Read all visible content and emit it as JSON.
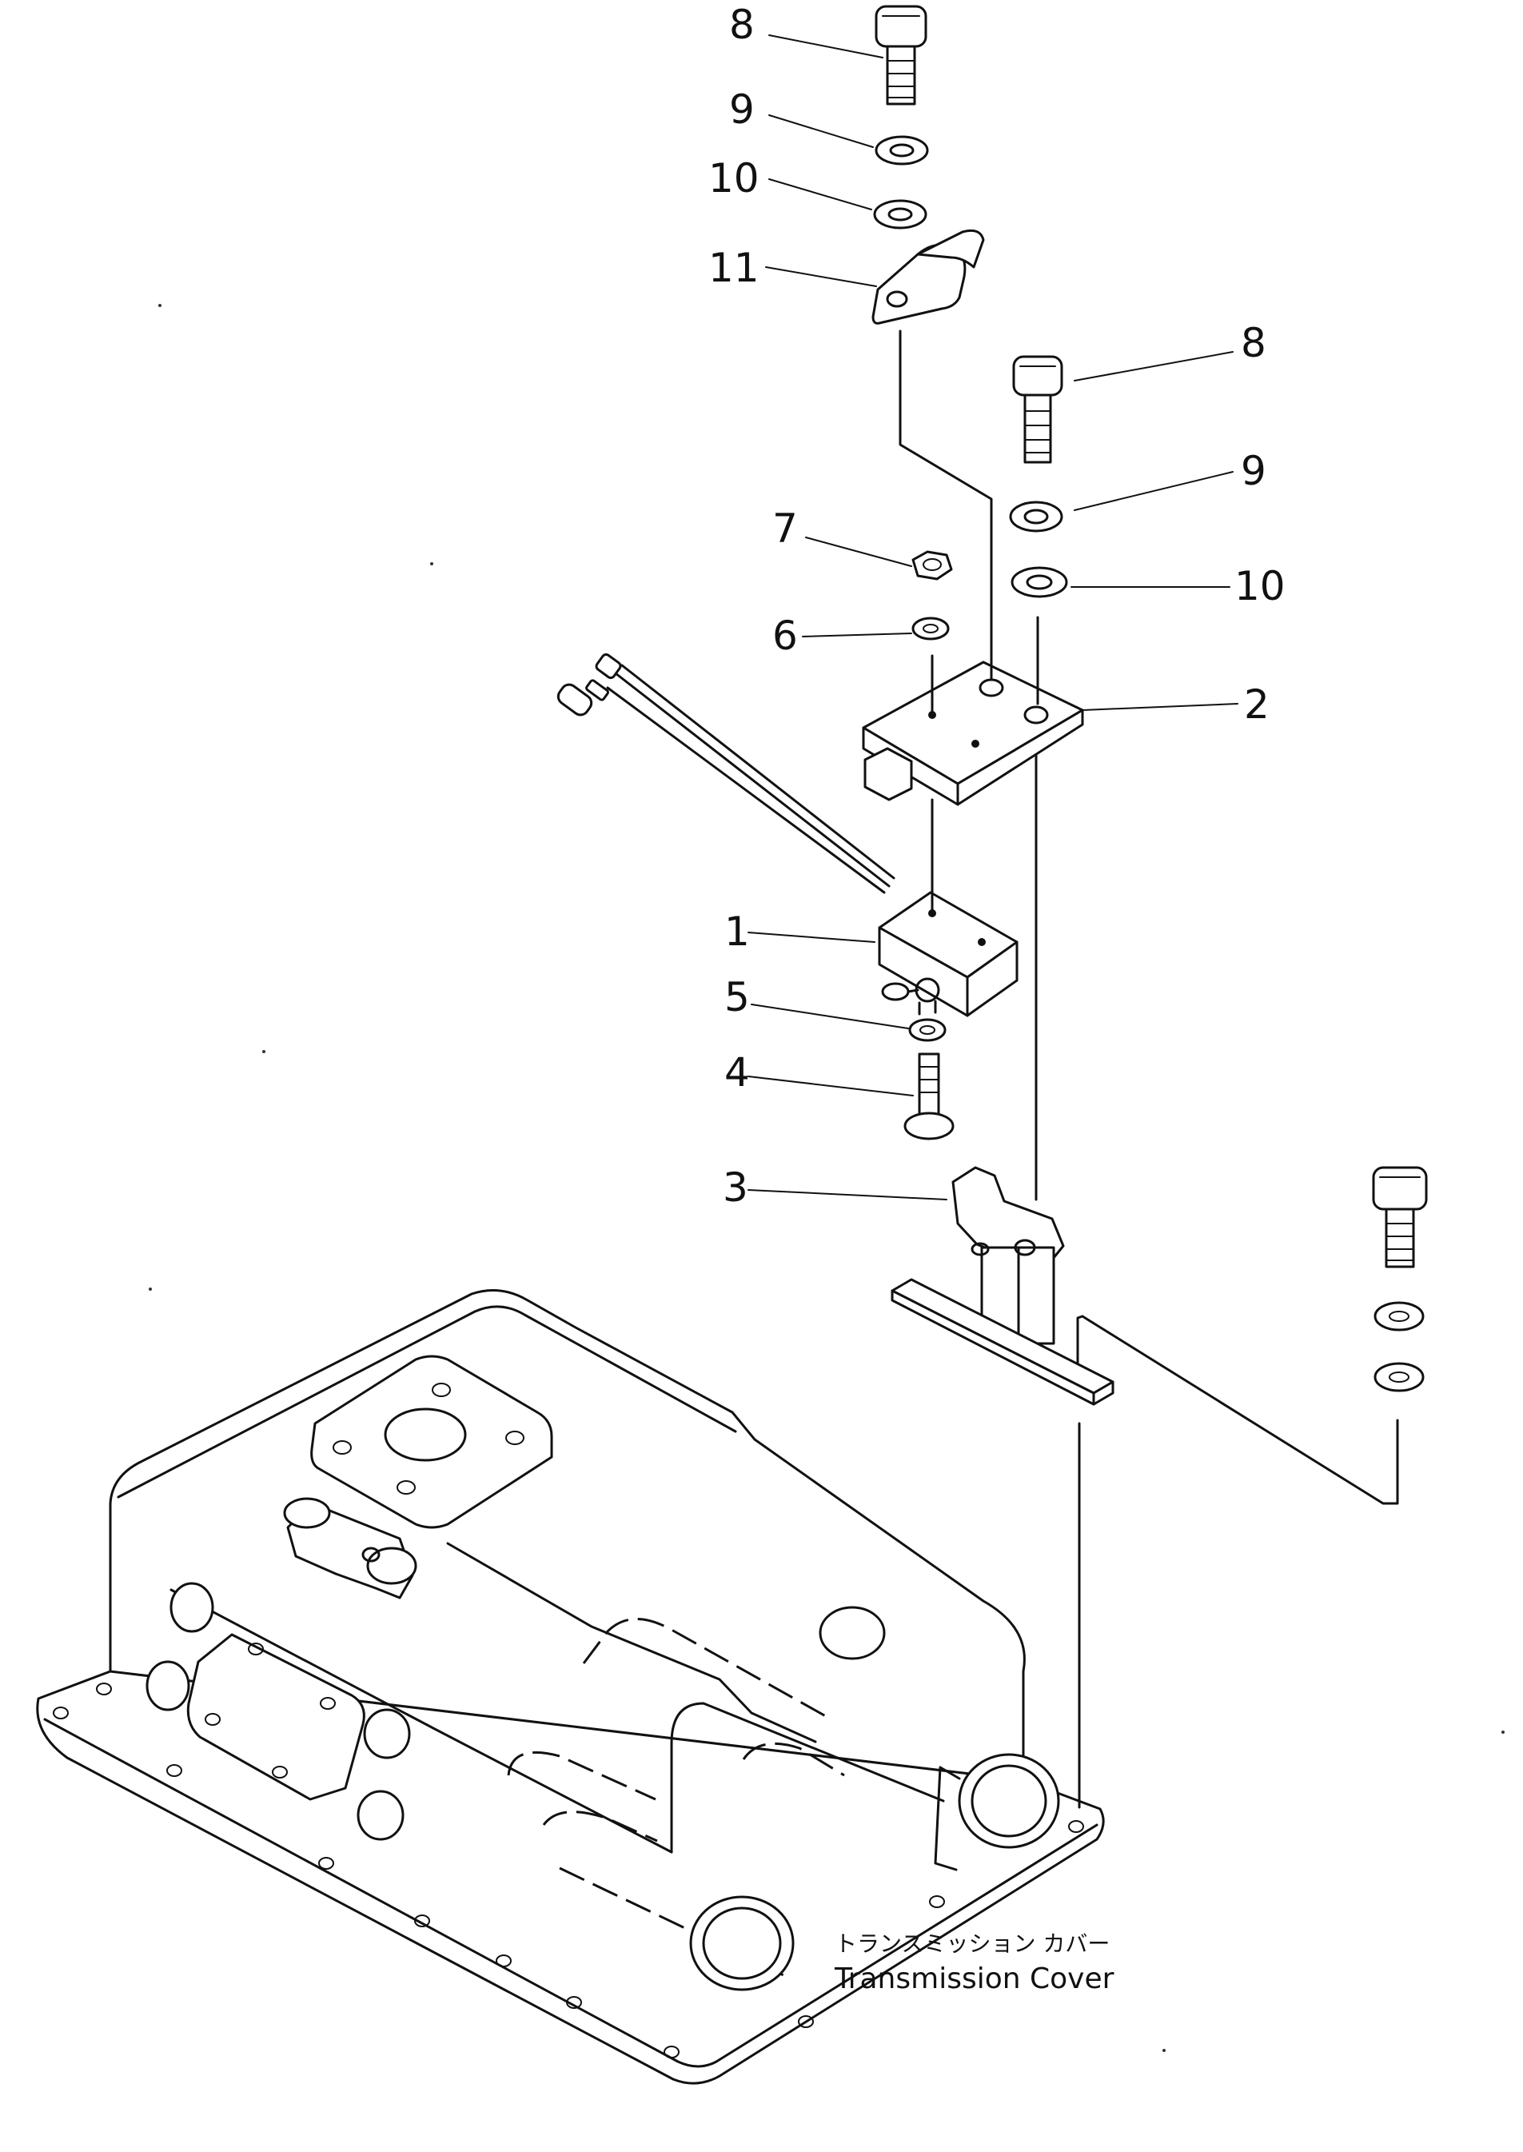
{
  "callouts": {
    "p1": "1",
    "p2": "2",
    "p3": "3",
    "p4": "4",
    "p5": "5",
    "p6": "6",
    "p7": "7",
    "p8_top": "8",
    "p9_top": "9",
    "p10_top": "10",
    "p11": "11",
    "p8_right": "8",
    "p9_right": "9",
    "p10_right": "10"
  },
  "caption": {
    "japanese": "トランスミッション カバー",
    "english": "Transmission Cover"
  }
}
